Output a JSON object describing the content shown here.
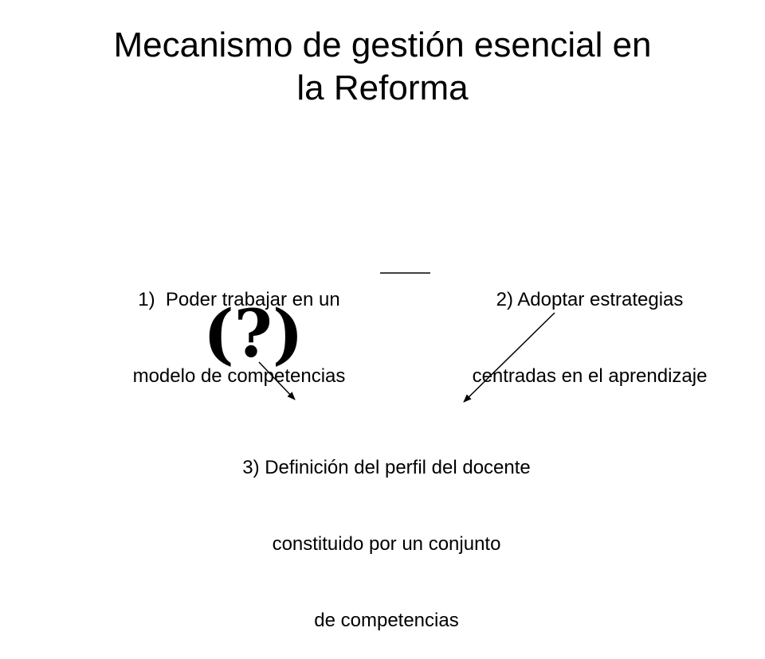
{
  "title": "Mecanismo de gestión esencial en la Reforma",
  "title_lines": [
    "Mecanismo de gestión esencial en",
    "la Reforma"
  ],
  "nodes": {
    "node1": {
      "lines": [
        "1)  Poder trabajar en un",
        "modelo de competencias"
      ]
    },
    "node2": {
      "lines": [
        "2) Adoptar estrategias",
        "centradas en el aprendizaje"
      ]
    },
    "node3": {
      "lines": [
        "3) Definición del perfil del docente",
        "constituido por un conjunto",
        "de competencias"
      ]
    }
  },
  "question_symbol": "(?)",
  "colors": {
    "background": "#ffffff",
    "text": "#000000",
    "line": "#000000"
  }
}
